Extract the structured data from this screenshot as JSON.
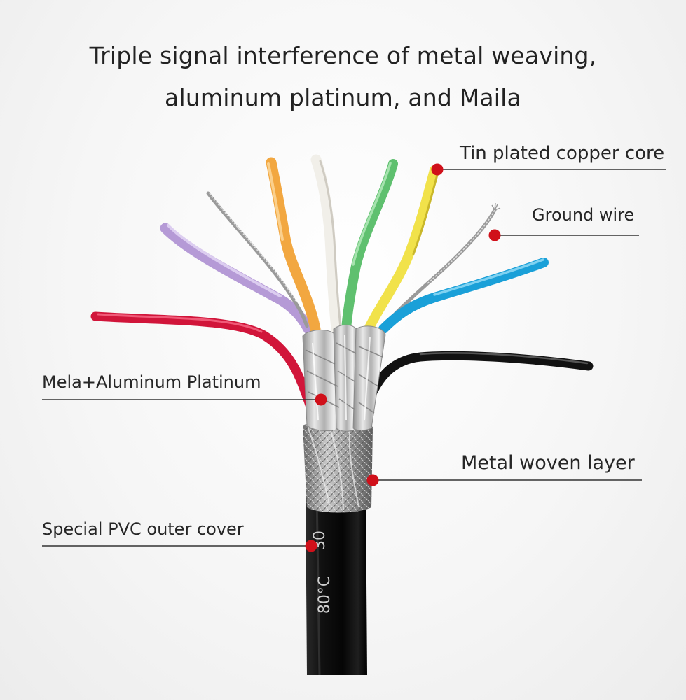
{
  "title": {
    "line1": "Triple signal interference of metal weaving,",
    "line2": "aluminum platinum, and Maila"
  },
  "labels": {
    "tin_core": "Tin plated copper core",
    "ground_wire": "Ground wire",
    "mela_aluminum": "Mela+Aluminum Platinum",
    "metal_woven": "Metal woven layer",
    "pvc_cover": "Special PVC outer cover"
  },
  "cable_print": {
    "temp_text": "80°C",
    "rating_text": "30"
  },
  "colors": {
    "marker": "#d0101a",
    "leader_line": "#333333",
    "jacket": "#111111",
    "wire_red": "#d1153a",
    "wire_purple": "#b59ad6",
    "wire_orange": "#f2a740",
    "wire_white": "#f1efe9",
    "wire_green": "#5fc06f",
    "wire_yellow": "#f1e24a",
    "wire_blue": "#1aa0d8",
    "wire_black": "#121212"
  }
}
